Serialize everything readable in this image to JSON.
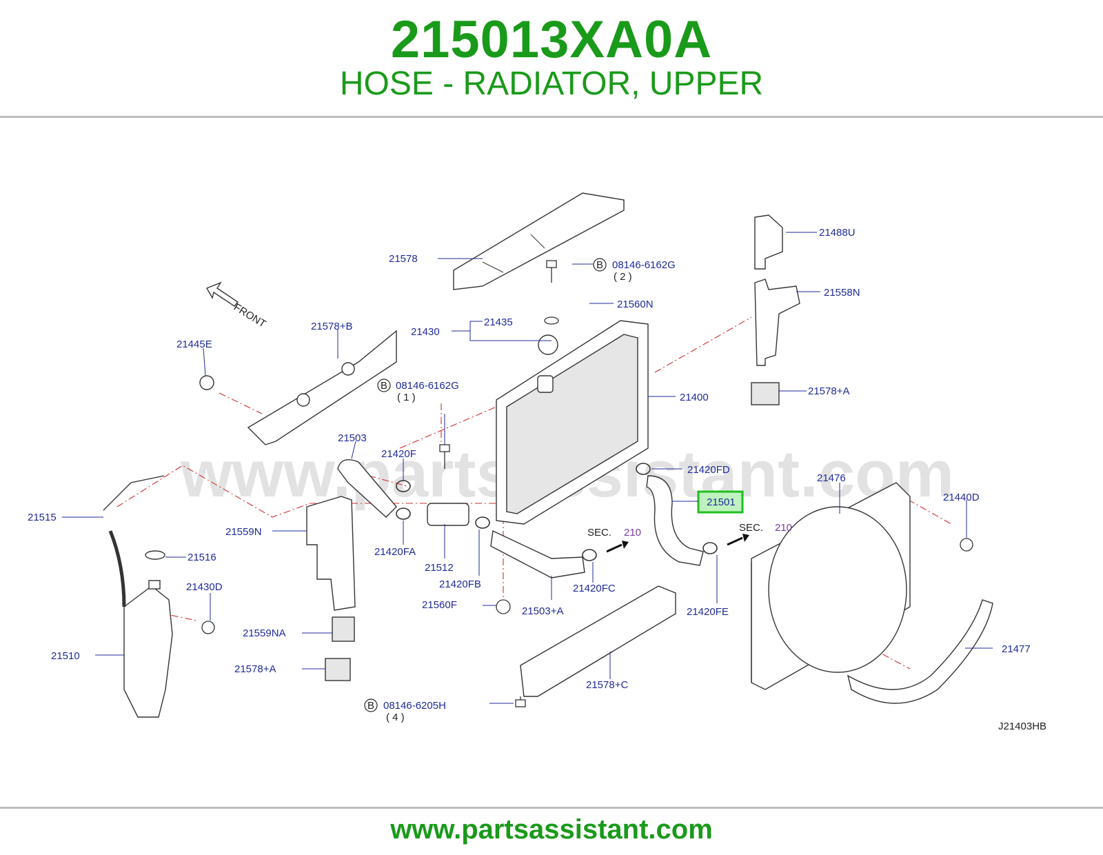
{
  "header": {
    "part_number": "215013XA0A",
    "description": "HOSE - RADIATOR, UPPER"
  },
  "footer": {
    "url": "www.partsassistant.com"
  },
  "diagram": {
    "watermark": "www.partsassistant.com",
    "front_label": "FRONT",
    "diagram_code": "J21403HB",
    "highlighted_callout": "21501",
    "sec_labels": [
      {
        "prefix": "SEC.",
        "number": "210"
      },
      {
        "prefix": "SEC.",
        "number": "210"
      }
    ],
    "bolt_specs": [
      {
        "circle": "B",
        "number": "08146-6162G",
        "qty": "( 2 )"
      },
      {
        "circle": "B",
        "number": "08146-6162G",
        "qty": "( 1 )"
      },
      {
        "circle": "B",
        "number": "08146-6205H",
        "qty": "( 4 )"
      }
    ],
    "callouts": [
      "21578",
      "21560N",
      "21488U",
      "21558N",
      "21435",
      "21430",
      "21578+B",
      "21445E",
      "21400",
      "21578+A",
      "21503",
      "21420F",
      "21420FD",
      "21476",
      "21440D",
      "21515",
      "21559N",
      "21420FA",
      "21512",
      "21516",
      "21430D",
      "21420FB",
      "21420FC",
      "21420FE",
      "21560F",
      "21503+A",
      "21559NA",
      "21510",
      "21578+A",
      "21578+C",
      "21477"
    ]
  },
  "colors": {
    "brand_green": "#1a9a1a",
    "callout_blue": "#1f2a9a",
    "sec_purple": "#7a3aa8",
    "highlight": "#1fbf1f"
  }
}
